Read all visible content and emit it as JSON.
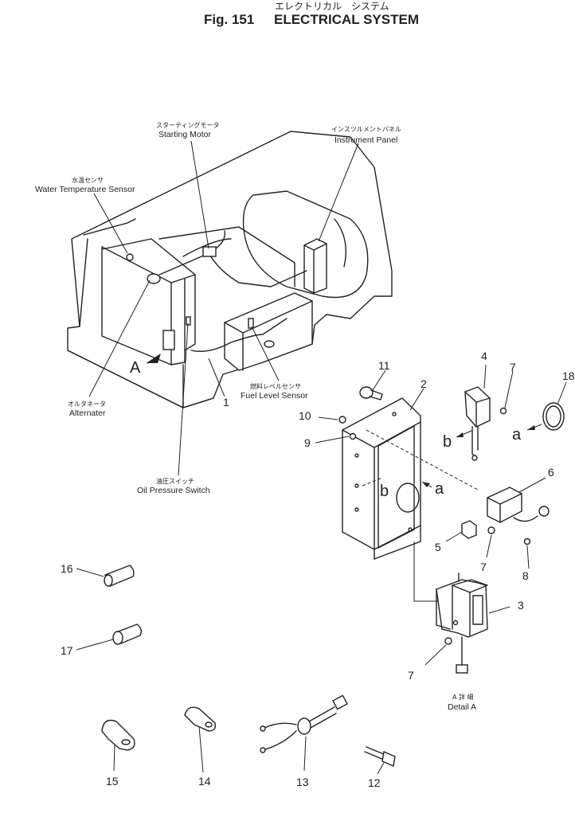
{
  "title": {
    "jp": "エレクトリカル　システム",
    "fig": "Fig. 151",
    "en": "ELECTRICAL SYSTEM"
  },
  "labels": {
    "starting_motor": {
      "jp": "スターティングモータ",
      "en": "Starting Motor"
    },
    "instrument_panel": {
      "jp": "インスツルメントパネル",
      "en": "Instrument Panel"
    },
    "water_temp": {
      "jp": "水温センサ",
      "en": "Water Temperature Sensor"
    },
    "alternater": {
      "jp": "オルタネータ",
      "en": "Alternater"
    },
    "fuel_level": {
      "jp": "燃料レベルセンサ",
      "en": "Fuel Level Sensor"
    },
    "oil_pressure": {
      "jp": "油圧スイッチ",
      "en": "Oil Pressure Switch"
    },
    "detail_a": {
      "jp": "A 詳 細",
      "en": "Detail A"
    }
  },
  "view_letters": {
    "a_big": "A",
    "a1": "a",
    "a2": "a",
    "b1": "b",
    "b2": "b"
  },
  "part_numbers": [
    "1",
    "2",
    "3",
    "4",
    "5",
    "6",
    "7",
    "7",
    "7",
    "8",
    "9",
    "10",
    "11",
    "12",
    "13",
    "14",
    "15",
    "16",
    "17",
    "18"
  ]
}
